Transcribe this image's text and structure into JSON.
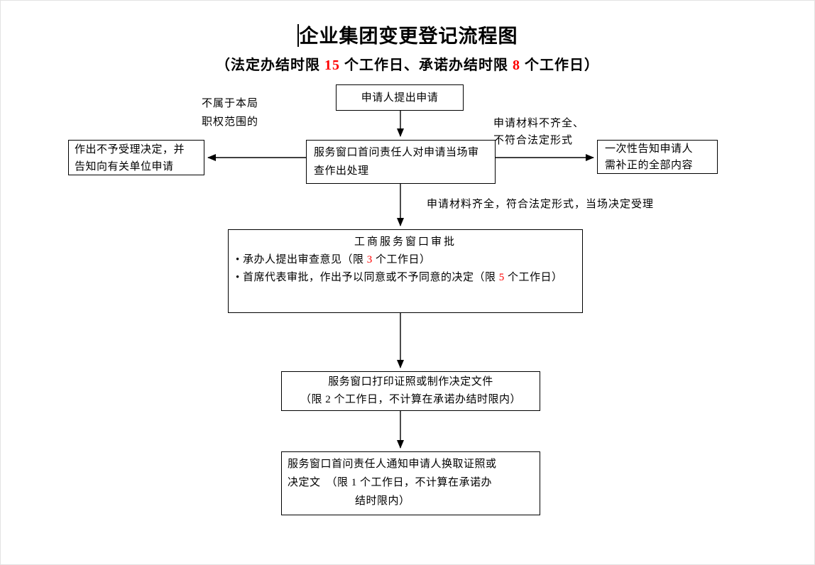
{
  "page": {
    "title": "企业集团变更登记流程图",
    "subtitle": {
      "p1": "（法定办结时限 ",
      "statutory_days": "15",
      "p2": " 个工作日、承诺办结时限 ",
      "promised_days": "8",
      "p3": " 个工作日）"
    }
  },
  "nodes": {
    "apply": {
      "text": "申请人提出申请"
    },
    "review": {
      "text": "服务窗口首问责任人对申请当场审查作出处理"
    },
    "reject": {
      "line1": "作出不予受理决定，并",
      "line2": "告知向有关单位申请"
    },
    "supplement": {
      "line1": "一次性告知申请人",
      "line2": "需补正的全部内容"
    },
    "approval": {
      "title": "工商服务窗口审批",
      "bullet1_p1": "• 承办人提出审查意见（限 ",
      "bullet1_days": "3",
      "bullet1_p2": " 个工作日）",
      "bullet2_p1": "• 首席代表审批，作出予以同意或不予同意的决定（限 ",
      "bullet2_days": "5",
      "bullet2_p2": " 个工作日）"
    },
    "print": {
      "line1": "服务窗口打印证照或制作决定文件",
      "line2": "（限 2 个工作日，不计算在承诺办结时限内）"
    },
    "pickup": {
      "line1": "服务窗口首问责任人通知申请人换取证照或",
      "line2": "决定文　（限 1 个工作日，不计算在承诺办",
      "line3": "结时限内）"
    }
  },
  "labels": {
    "out_of_scope": {
      "line1": "不属于本局",
      "line2": "职权范围的"
    },
    "incomplete": {
      "line1": "申请材料不齐全、",
      "line2": "不符合法定形式"
    },
    "accepted": "申请材料齐全，符合法定形式，当场决定受理"
  },
  "colors": {
    "accent_red": "#ff0000",
    "line_black": "#000000",
    "background": "#ffffff"
  }
}
